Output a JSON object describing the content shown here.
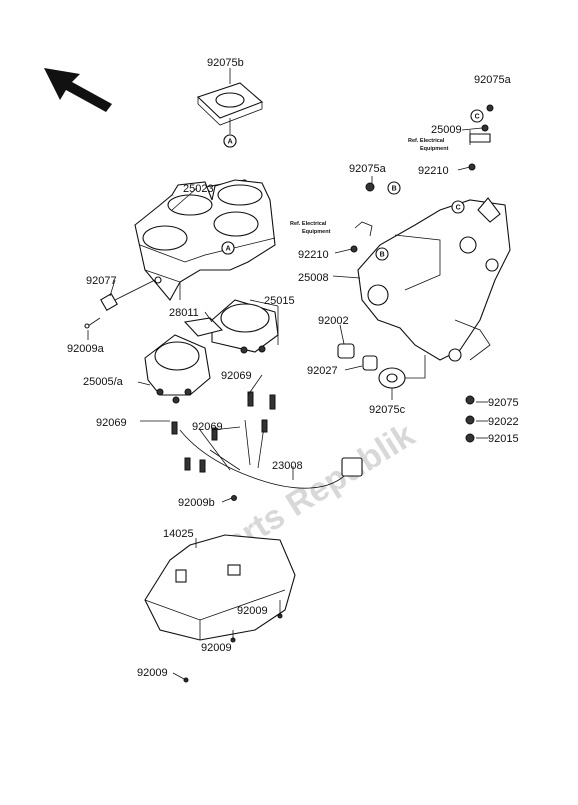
{
  "watermark": "Parts Republik",
  "callouts": {
    "a1": "A",
    "a2": "A",
    "b1": "B",
    "b2": "B",
    "c1": "C",
    "c2": "C"
  },
  "notes": {
    "ref1_line1": "Ref. Electrical",
    "ref1_line2": "Equipment",
    "ref2_line1": "Ref. Electrical",
    "ref2_line2": "Equipment"
  },
  "parts": {
    "p92075b": "92075b",
    "p92075a_top": "92075a",
    "p25009": "25009",
    "p92075a_mid": "92075a",
    "p92210_top": "92210",
    "p25023": "25023",
    "p92210_mid": "92210",
    "p25008": "25008",
    "p92077": "92077",
    "p28011": "28011",
    "p25015": "25015",
    "p92002": "92002",
    "p92009a": "92009a",
    "p25005a": "25005/a",
    "p92069_a": "92069",
    "p92027": "92027",
    "p92069_b": "92069",
    "p92075c": "92075c",
    "p92069_c": "92069",
    "p92075": "92075",
    "p92022": "92022",
    "p92015": "92015",
    "p23008": "23008",
    "p92009b": "92009b",
    "p14025": "14025",
    "p92009_1": "92009",
    "p92009_2": "92009",
    "p92009_3": "92009"
  }
}
